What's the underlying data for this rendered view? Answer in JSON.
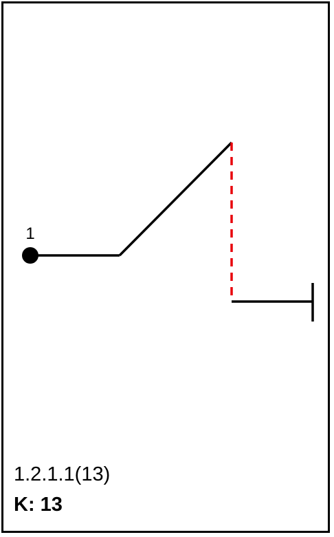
{
  "diagram": {
    "start_node_label": "1",
    "code": "1.2.1.1(13)",
    "k_label": "K:",
    "k_value": "13",
    "colors": {
      "line": "#000000",
      "dashed_segment": "#e8000b",
      "node": "#000000",
      "frame": "#000000"
    },
    "segments": [
      {
        "style": "solid",
        "description": "horizontal"
      },
      {
        "style": "solid",
        "description": "diagonal-up"
      },
      {
        "style": "dashed",
        "description": "vertical-down"
      },
      {
        "style": "solid",
        "description": "horizontal-to-terminal"
      }
    ],
    "terminal": "end-bar"
  }
}
